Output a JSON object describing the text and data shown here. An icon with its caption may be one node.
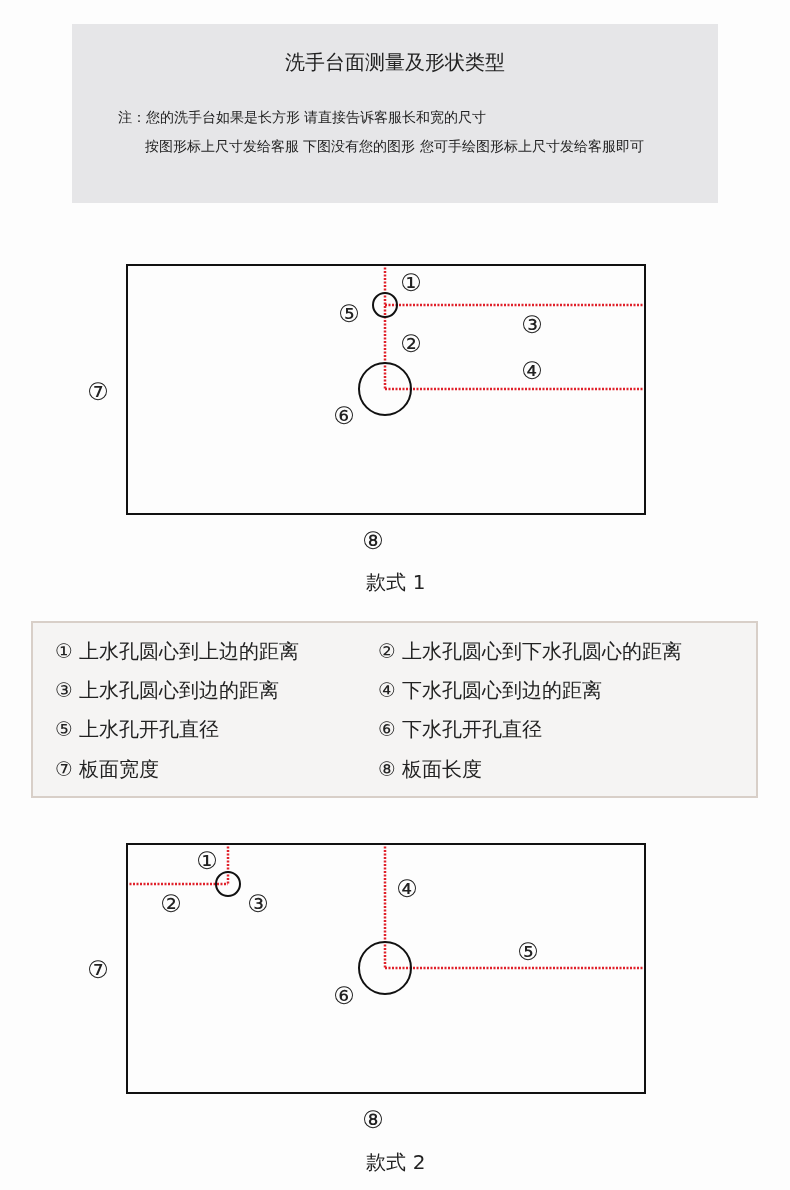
{
  "diagram": {
    "nodes": [
      {
        "text": [
          "洗手台面测量及形状类型",
          "注：您的洗手台如果是长方形 请直接告诉客服长和宽的尺寸",
          "按图形标上尺寸发给客服 下图没有您的图形 您可手绘图形标上尺寸发给客服即可"
        ]
      },
      {
        "text": [],
        "shape": "box"
      },
      {
        "text": [],
        "shape": "circle",
        "in": 1
      },
      {
        "text": [],
        "shape": "circle",
        "in": 1
      },
      {
        "text": [],
        "shape": "box"
      },
      {
        "text": [],
        "shape": "circle",
        "in": 4
      },
      {
        "text": [],
        "shape": "circle",
        "in": 4
      }
    ],
    "edges": [],
    "labels": [
      "①",
      "⑤",
      "②",
      "③",
      "④",
      "⑦",
      "⑥",
      "⑧",
      "款式 1",
      "① 上水孔圆心到上边的距离",
      "② 上水孔圆心到下水孔圆心的距离",
      "③ 上水孔圆心到边的距离",
      "④ 下水孔圆心到边的距离",
      "⑤ 上水孔开孔直径",
      "⑥ 下水孔开孔直径",
      "⑦ 板面宽度",
      "⑧ 板面长度",
      "①",
      "④",
      "②",
      "③",
      "⑦",
      "⑤",
      "⑥",
      "⑧",
      "款式 2"
    ]
  }
}
